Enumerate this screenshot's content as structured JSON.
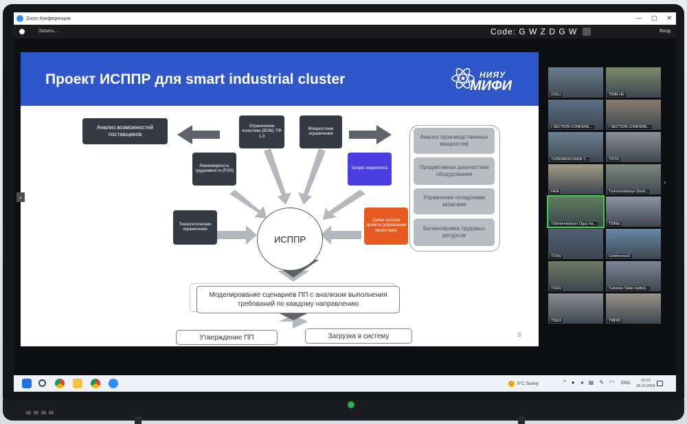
{
  "window": {
    "title": "Zoom Конференция",
    "min_glyph": "—",
    "max_glyph": "▢",
    "close_glyph": "✕"
  },
  "toolbar": {
    "recording_label": "Запись...",
    "code_label": "Code: G W Z D G W",
    "exit_label": "Вход"
  },
  "slide": {
    "title": "Проект ИСППР для smart industrial cluster",
    "logo_top": "НИЯУ",
    "logo_bottom": "МИФИ",
    "page_number": "6",
    "boxes": {
      "suppliers": "Анализ возможностей поставщиков",
      "logistics": "Ограничения логистики (BOM) TIR 1-3",
      "capacity": "Мощностные ограничения",
      "labor": "Равномерность трудоемкости (FOS)",
      "marketing": "Запрос маркетинга",
      "tech": "Технологические ограничения",
      "deadlines": "Сроки запуска проекта (управление проектами)",
      "center": "ИСППР",
      "modeling": "Моделирование сценариев ПП с анализом выполнения требований по каждому направлению",
      "approve": "Утверждение ПП",
      "upload": "Загрузка в систему"
    },
    "right_panel": [
      "Анализ производственных мощностей",
      "Предиктивная диагностика оборудования",
      "Управление складскими запасами",
      "Балансировка трудовых ресурсов"
    ]
  },
  "gallery": {
    "tiles": [
      {
        "name": "IOGU",
        "color": "#6b7f90"
      },
      {
        "name": "TDIM HE",
        "color": "#7c8c6a"
      },
      {
        "name": "I SECTION CONFERE...",
        "color": "#5d6f86"
      },
      {
        "name": "I SECTION CONFERE...",
        "color": "#8a7d70"
      },
      {
        "name": "TURKMENSTANN Y...",
        "color": "#6d8091"
      },
      {
        "name": "TDYO",
        "color": "#8b8f96"
      },
      {
        "name": "HEA",
        "color": "#a49a86"
      },
      {
        "name": "Turkmenistanyn Dowl...",
        "color": "#7d8a7e"
      },
      {
        "name": "Türkmenistanyn Oguz ha...",
        "color": "#5f7c5e"
      },
      {
        "name": "TDMai",
        "color": "#8d96a4"
      },
      {
        "name": "TOHU",
        "color": "#4f6074"
      },
      {
        "name": "Conference2",
        "color": "#6a88a8"
      },
      {
        "name": "TOHU",
        "color": "#6e7b62"
      },
      {
        "name": "Turkmen State institut...",
        "color": "#7d8796"
      },
      {
        "name": "TDEO",
        "color": "#8a8f95"
      },
      {
        "name": "TMDDI",
        "color": "#9a9488"
      }
    ]
  },
  "taskbar": {
    "weather": "0°C Sunny",
    "language": "ENG",
    "time": "10:12",
    "date": "18.12.2024",
    "icons": [
      "windows-start-icon",
      "search-icon",
      "chrome-icon",
      "file-explorer-icon",
      "chrome-icon",
      "zoom-icon"
    ],
    "tray_icons": [
      "chevron-up-icon",
      "mic-icon",
      "volume-icon",
      "network-icon",
      "pen-icon",
      "wifi-icon"
    ]
  }
}
